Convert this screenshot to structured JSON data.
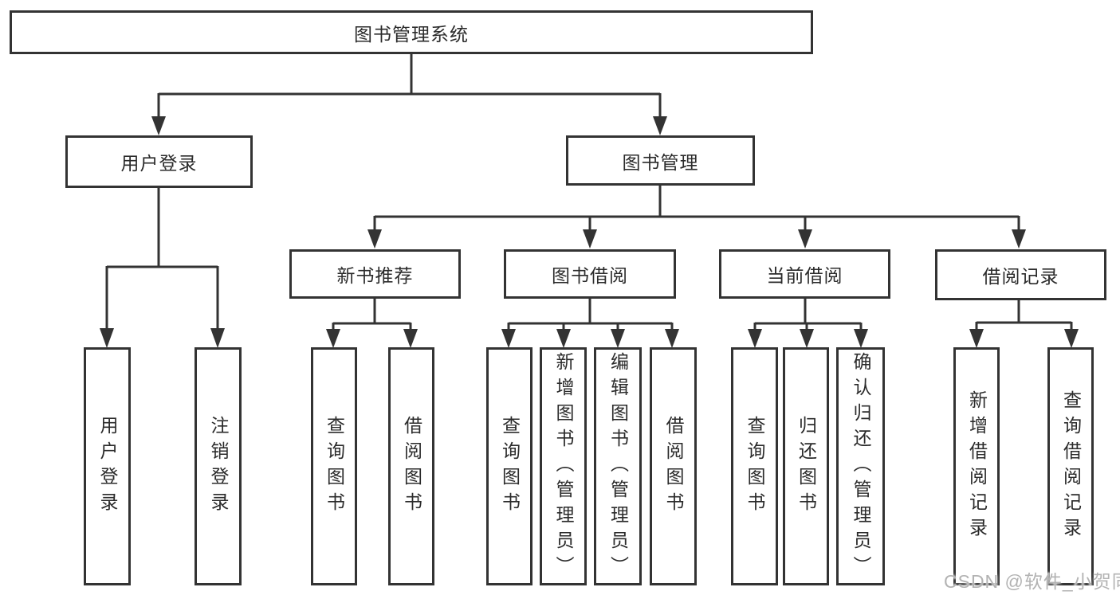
{
  "tree": {
    "root": "图书管理系统",
    "branches": [
      {
        "label": "用户登录",
        "children": [
          {
            "label": "用户登录"
          },
          {
            "label": "注销登录"
          }
        ]
      },
      {
        "label": "图书管理",
        "children": [
          {
            "label": "新书推荐",
            "children": [
              {
                "label": "查询图书"
              },
              {
                "label": "借阅图书"
              }
            ]
          },
          {
            "label": "图书借阅",
            "children": [
              {
                "label": "查询图书"
              },
              {
                "label": "新增图书（管理员）"
              },
              {
                "label": "编辑图书（管理员）"
              },
              {
                "label": "借阅图书"
              }
            ]
          },
          {
            "label": "当前借阅",
            "children": [
              {
                "label": "查询图书"
              },
              {
                "label": "归还图书"
              },
              {
                "label": "确认归还（管理员）"
              }
            ]
          },
          {
            "label": "借阅记录",
            "children": [
              {
                "label": "新增借阅记录"
              },
              {
                "label": "查询借阅记录"
              }
            ]
          }
        ]
      }
    ]
  },
  "watermark": "CSDN @软件_小贺同学",
  "colors": {
    "line": "#333333",
    "box_border": "#333333",
    "text": "#2b2b2b",
    "watermark": "#b3b3b3",
    "background": "#ffffff"
  }
}
